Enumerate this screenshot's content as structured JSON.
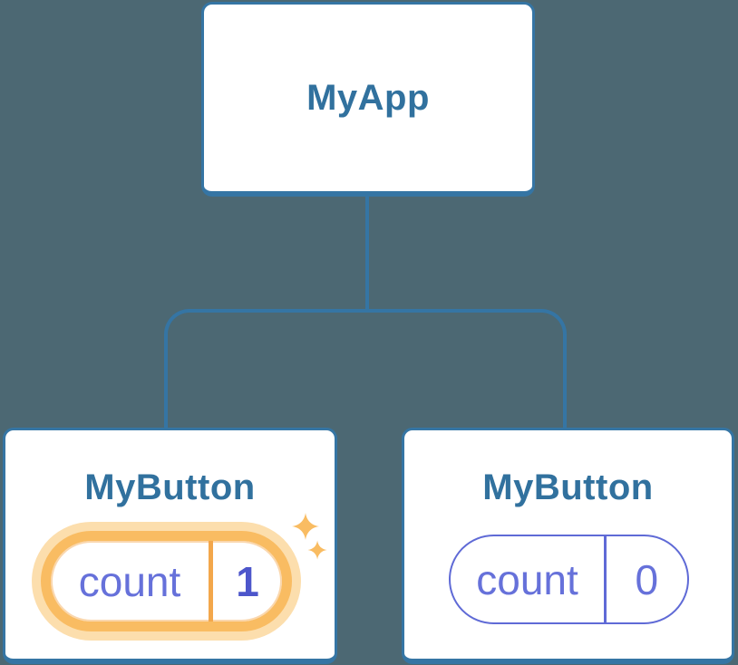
{
  "palette": {
    "bg": "#4c6873",
    "blue": "#3575a4",
    "blueText": "#31719e",
    "purple": "#6671da",
    "purpleDark": "#4d56cb",
    "purpleBorder": "#5f6ad6",
    "orange": "#f9bc62",
    "orangeHalo": "#fcdead",
    "orangeDivider": "#f3a74b"
  },
  "tree": {
    "root": {
      "label": "MyApp"
    },
    "children": [
      {
        "label": "MyButton",
        "state": {
          "name": "count",
          "value": "1"
        },
        "highlighted": true,
        "icon": "sparkles-icon"
      },
      {
        "label": "MyButton",
        "state": {
          "name": "count",
          "value": "0"
        },
        "highlighted": false
      }
    ]
  }
}
